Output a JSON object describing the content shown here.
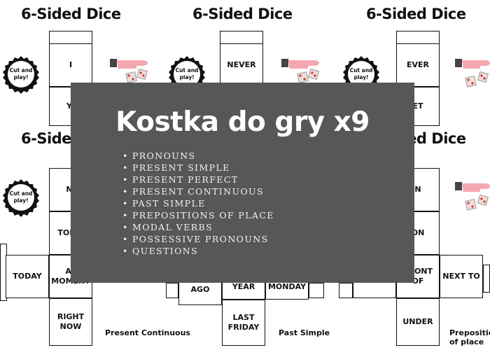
{
  "sheets": {
    "dice_title": "6-Sided Dice",
    "badge": "Cut and play!",
    "sheet1": {
      "faces": {
        "top": "I",
        "second_partial": "YI",
        "third_partial": "NI",
        "fourth_partial": "TOMO",
        "left": "TODAY",
        "center": "AT MOMENT",
        "bottom": "RIGHT NOW"
      },
      "caption": "Present Continuous"
    },
    "sheet2": {
      "faces": {
        "top": "NEVER",
        "left": "AGO",
        "center": "YEAR",
        "right": "MONDAY",
        "bottom": "LAST FRIDAY"
      },
      "caption": "Past Simple"
    },
    "sheet3": {
      "faces": {
        "top": "EVER",
        "second_partial": "ET",
        "third_partial": "N",
        "fourth_partial": "ON",
        "center": "FRONT OF",
        "right": "NEXT TO",
        "bottom": "UNDER"
      },
      "caption": "Prepositions of place"
    }
  },
  "overlay": {
    "title": "Kostka do gry x9",
    "topics": [
      "PRONOUNS",
      "PRESENT SIMPLE",
      "PRESENT PERFECT",
      "PRESENT CONTINUOUS",
      "PAST SIMPLE",
      "PREPOSITIONS OF PLACE",
      "MODAL VERBS",
      "POSSESSIVE PRONOUNS",
      "QUESTIONS"
    ],
    "bullet": "•"
  },
  "colors": {
    "overlay_bg": "#575757",
    "overlay_text": "#ffffff",
    "hand_pink": "#f4a7ae",
    "dice_red": "#c0392b"
  },
  "icons": [
    "badge-icon",
    "hand-dice-icon"
  ]
}
